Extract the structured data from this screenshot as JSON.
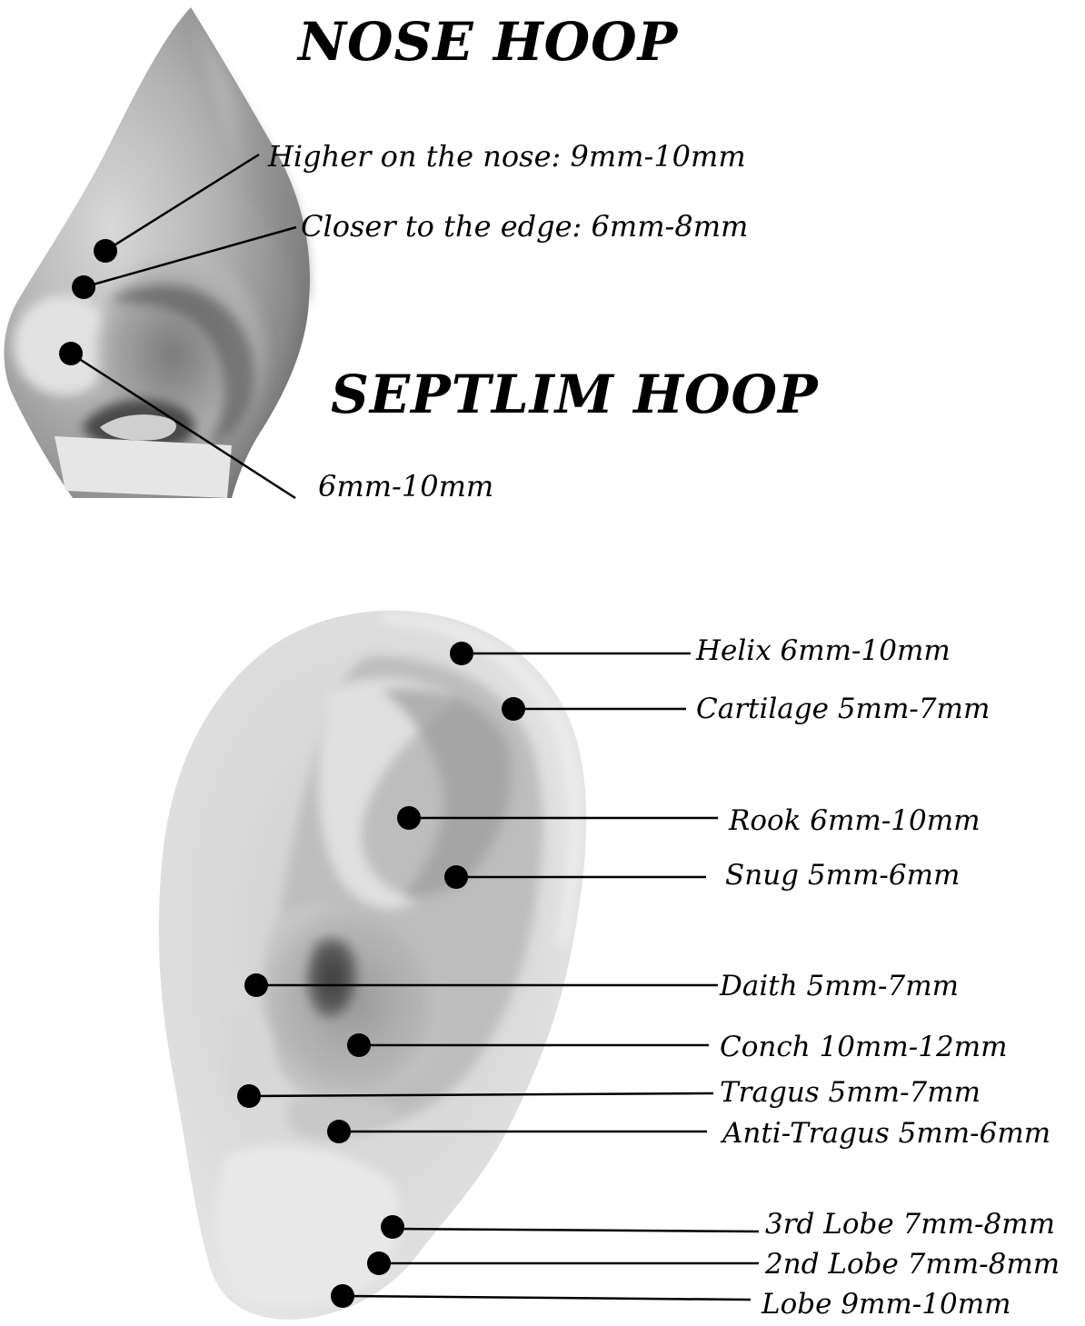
{
  "nose_section": {
    "title": "NOSE HOOP",
    "labels": [
      "Higher on the nose: 9mm-10mm",
      "Closer to the edge: 6mm-8mm"
    ]
  },
  "septum_section": {
    "title": "SEPTLIM HOOP",
    "label": "6mm-10mm"
  },
  "ear_section": {
    "labels": [
      "Helix 6mm-10mm",
      "Cartilage 5mm-7mm",
      "Rook 6mm-10mm",
      "Snug 5mm-6mm",
      "Daith 5mm-7mm",
      "Conch 10mm-12mm",
      "Tragus 5mm-7mm",
      "Anti-Tragus 5mm-6mm",
      "3rd Lobe 7mm-8mm",
      "2nd Lobe 7mm-8mm",
      "Lobe 9mm-10mm"
    ]
  },
  "colors": {
    "skin_light": "#e4e4e4",
    "skin_shadow": "#6a6a6a",
    "marker": "#000000"
  }
}
